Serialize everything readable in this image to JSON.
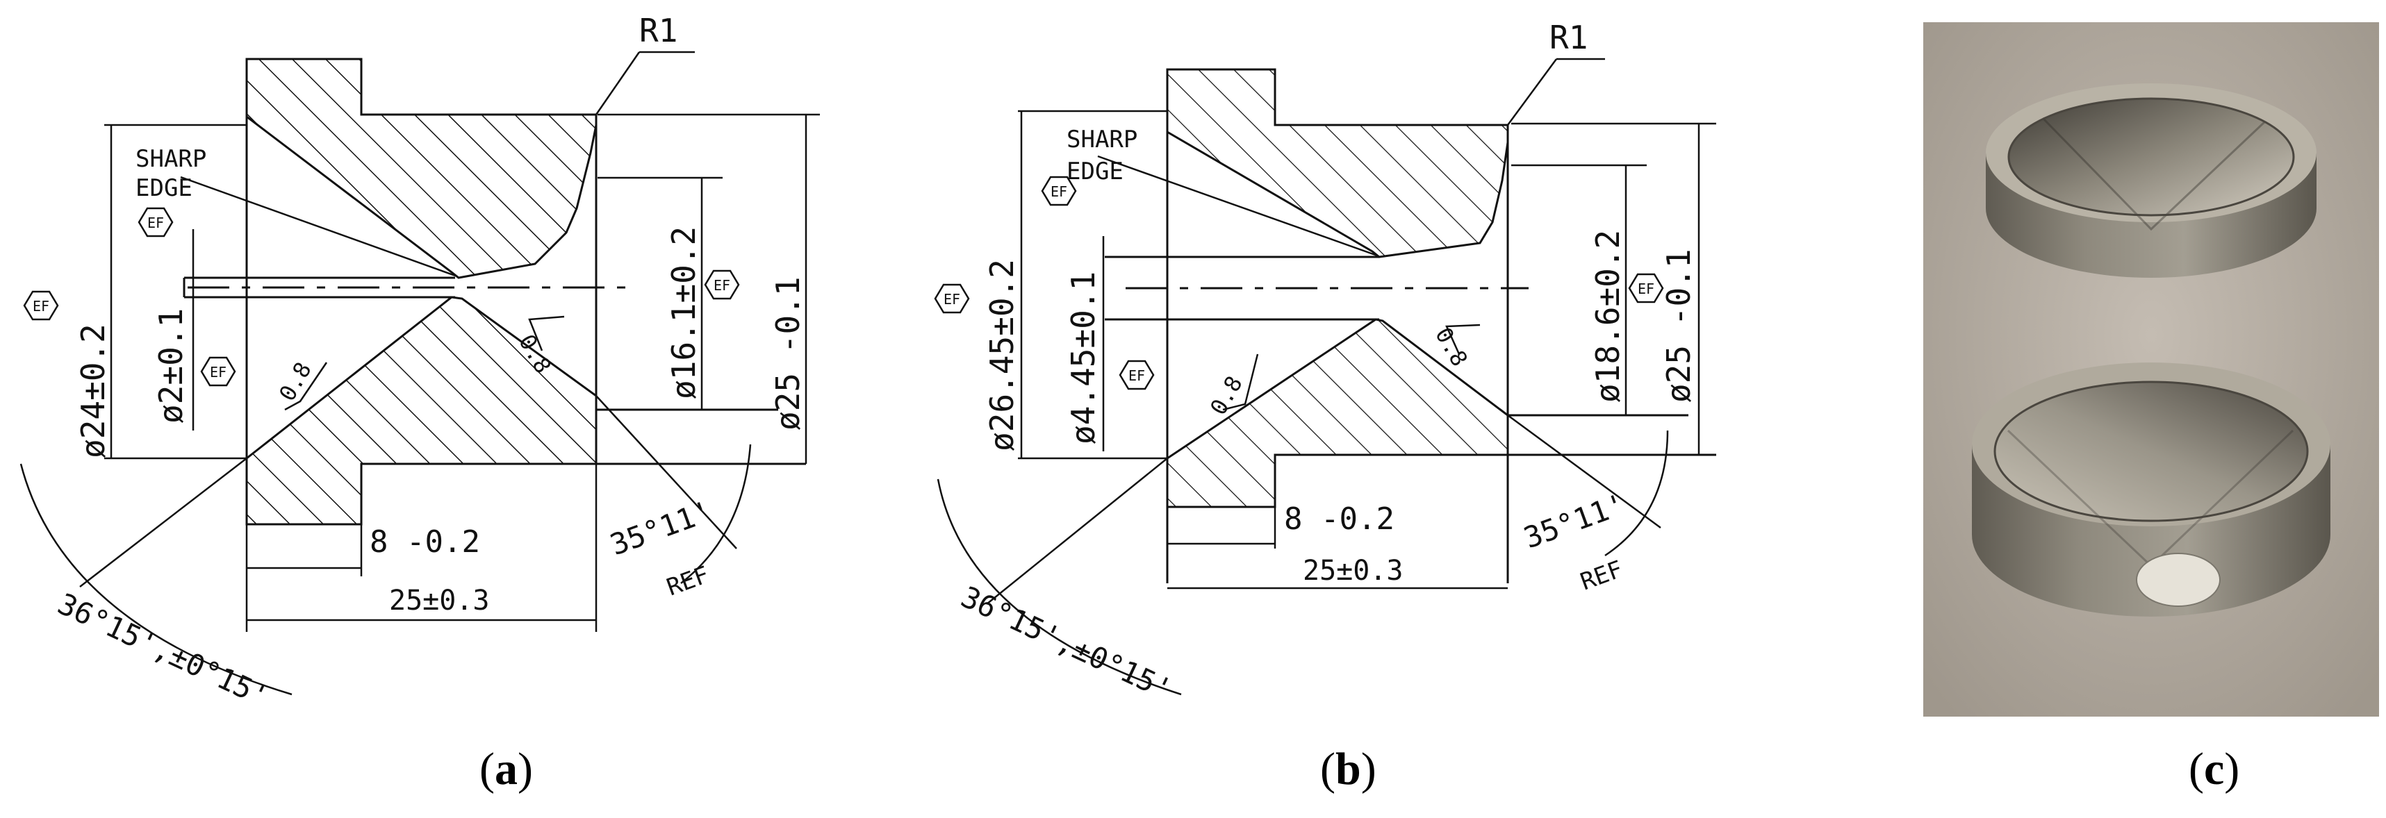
{
  "figure": {
    "panels": [
      {
        "caption_letter": "a",
        "labels": {
          "radius": "R1",
          "sharp_edge_line1": "SHARP",
          "sharp_edge_line2": "EDGE",
          "ef": "EF",
          "dia_left": "ø24±0.2",
          "dia_hole": "ø2±0.1",
          "roughness_left": "0.8",
          "roughness_right": "0.8",
          "dia_exit": "ø16.1±0.2",
          "dia_outer": "ø25 -0.1",
          "step_length": "8 -0.2",
          "total_length": "25±0.3",
          "entry_angle": "35°11'",
          "ref": "REF",
          "die_angle": "36°15',±0°15'"
        }
      },
      {
        "caption_letter": "b",
        "labels": {
          "radius": "R1",
          "sharp_edge_line1": "SHARP",
          "sharp_edge_line2": "EDGE",
          "ef": "EF",
          "dia_left": "ø26.45±0.2",
          "dia_hole": "ø4.45±0.1",
          "roughness_left": "0.8",
          "roughness_right": "0.8",
          "dia_exit": "ø18.6±0.2",
          "dia_outer": "ø25 -0.1",
          "step_length": "8 -0.2",
          "total_length": "25±0.3",
          "entry_angle": "35°11'",
          "ref": "REF",
          "die_angle": "36°15',±0°15'"
        }
      }
    ],
    "photo": {
      "caption_letter": "c",
      "metal_color": "#8a8576",
      "background_color": "#b5ada3"
    },
    "colors": {
      "hatch": "#111111",
      "line": "#111111"
    }
  }
}
